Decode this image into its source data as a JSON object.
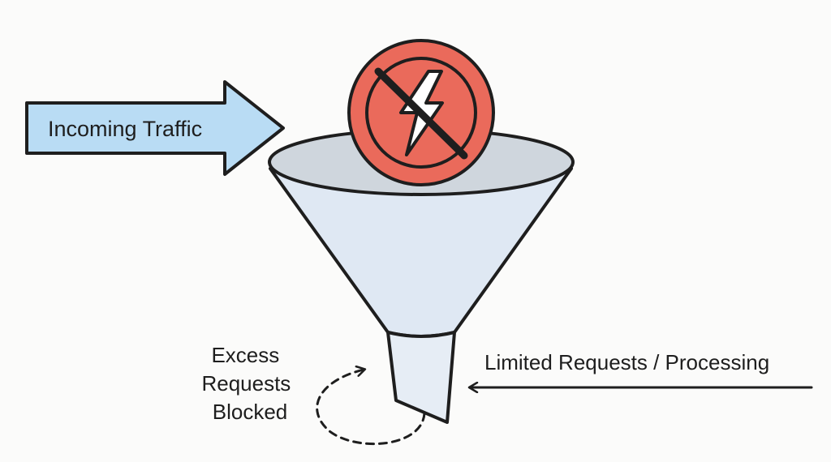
{
  "labels": {
    "incoming": "Incoming Traffic",
    "excess_line1": "Excess",
    "excess_line2": "Requests",
    "excess_line3": "Blocked",
    "limited": "Limited Requests / Processing"
  },
  "colors": {
    "arrow_fill": "#b9dcf4",
    "funnel_fill": "#dfe8f3",
    "funnel_rim": "#cfd6dd",
    "stroke": "#1e1e1e",
    "no_sign_fill": "#ea6a5b",
    "bolt_fill": "#ffffff",
    "background": "#fbfbfa"
  },
  "icons": {
    "incoming_arrow": "block-arrow-right-icon",
    "blocked_sign": "no-lightning-icon",
    "output_arrow": "arrow-left-icon",
    "loop_arrow": "dashed-loop-arrow-icon"
  }
}
